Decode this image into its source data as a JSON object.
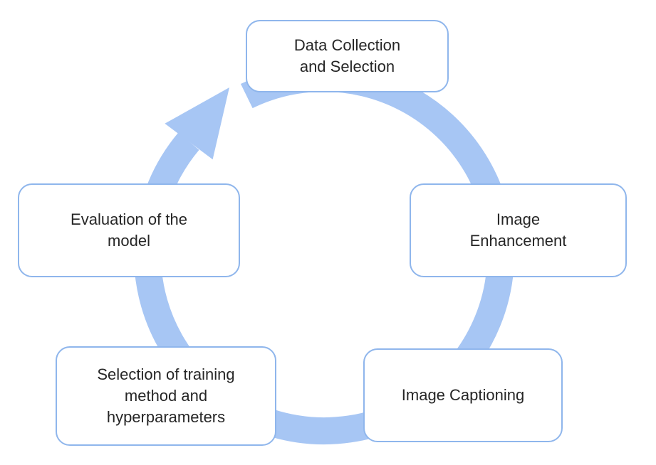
{
  "diagram": {
    "type": "cycle",
    "direction": "clockwise",
    "nodes": [
      {
        "id": "data-collection-and-selection",
        "label": "Data Collection\nand Selection"
      },
      {
        "id": "image-enhancement",
        "label": "Image\nEnhancement"
      },
      {
        "id": "image-captioning",
        "label": "Image Captioning"
      },
      {
        "id": "selection-of-training-method",
        "label": "Selection of training\nmethod and\nhyperparameters"
      },
      {
        "id": "evaluation-of-the-model",
        "label": "Evaluation of the\nmodel"
      }
    ],
    "edges": [
      {
        "from": "data-collection-and-selection",
        "to": "image-enhancement"
      },
      {
        "from": "image-enhancement",
        "to": "image-captioning"
      },
      {
        "from": "image-captioning",
        "to": "selection-of-training-method"
      },
      {
        "from": "selection-of-training-method",
        "to": "evaluation-of-the-model"
      },
      {
        "from": "evaluation-of-the-model",
        "to": "data-collection-and-selection"
      }
    ],
    "colors": {
      "arrow": "#a7c6f4",
      "node_border": "#8fb6ec",
      "node_background": "#ffffff",
      "text": "#262626"
    }
  }
}
